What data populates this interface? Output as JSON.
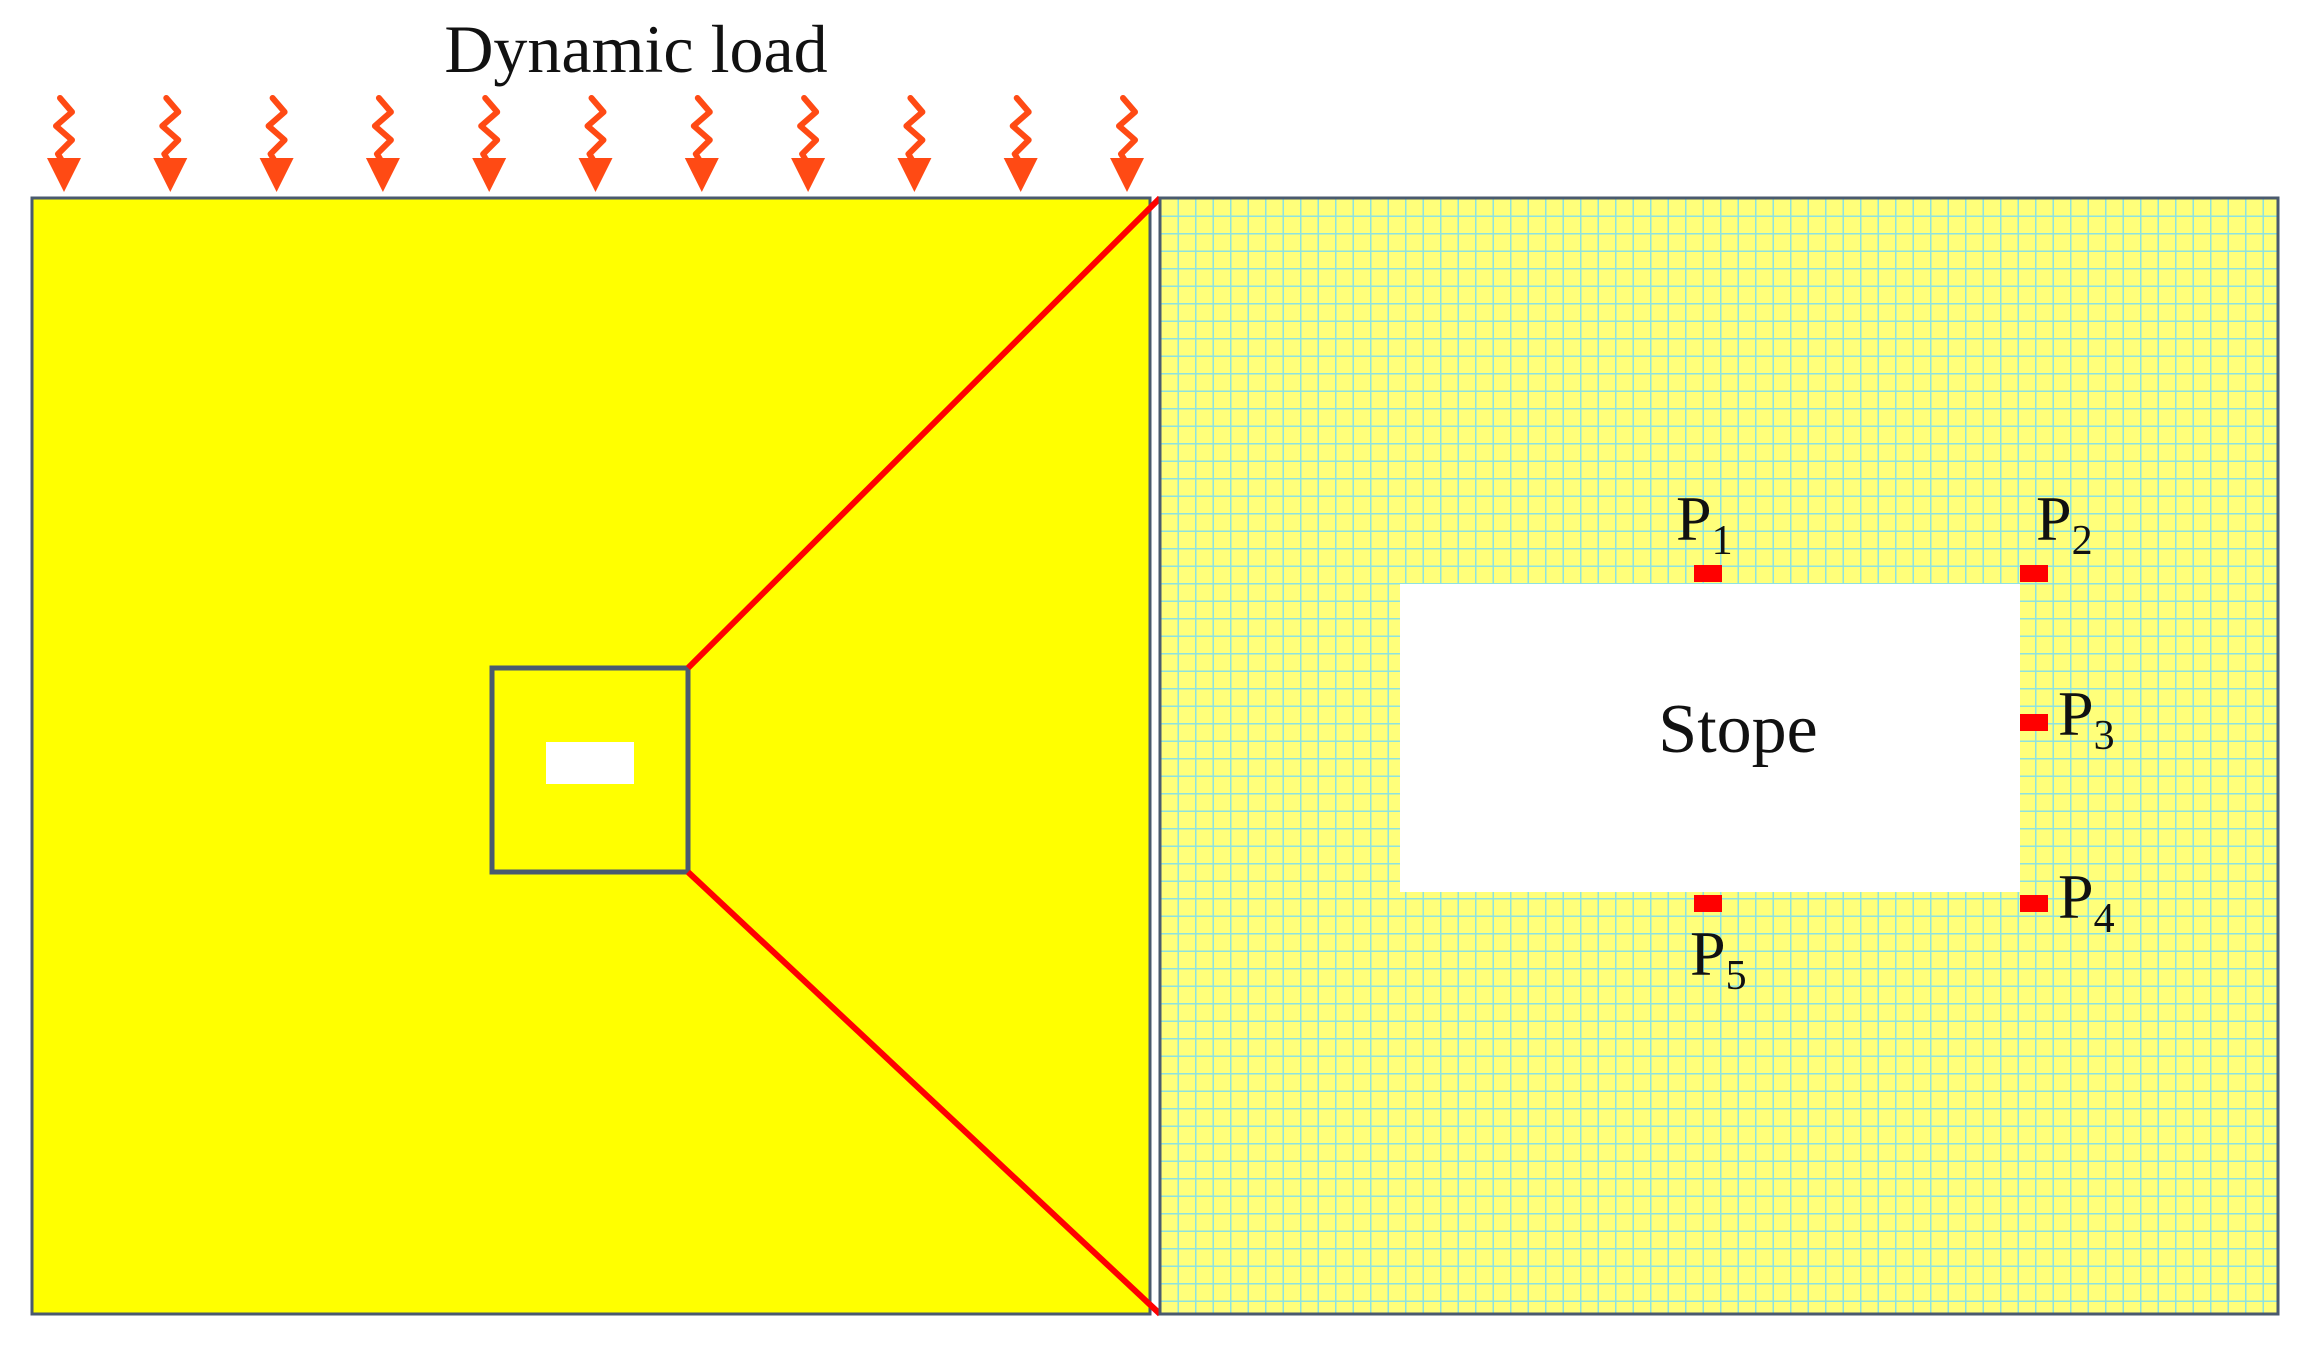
{
  "title": "Dynamic load",
  "stope_label": "Stope",
  "points": [
    {
      "letter": "P",
      "sub": "1"
    },
    {
      "letter": "P",
      "sub": "2"
    },
    {
      "letter": "P",
      "sub": "3"
    },
    {
      "letter": "P",
      "sub": "4"
    },
    {
      "letter": "P",
      "sub": "5"
    }
  ],
  "colors": {
    "model_fill": "#FFFF00",
    "mesh_fill": "#FFFF7A",
    "mesh_line": "#8EE3E0",
    "border": "#4A5A6E",
    "zoom_line": "#FF0000",
    "arrow": "#FF4A14",
    "monitor_point": "#FF0000",
    "stope_fill": "#FFFFFF"
  },
  "load_arrow_count": 11,
  "icons": {
    "load_arrow": "wavy-down-arrow-icon",
    "monitor_point": "square-marker-icon"
  }
}
